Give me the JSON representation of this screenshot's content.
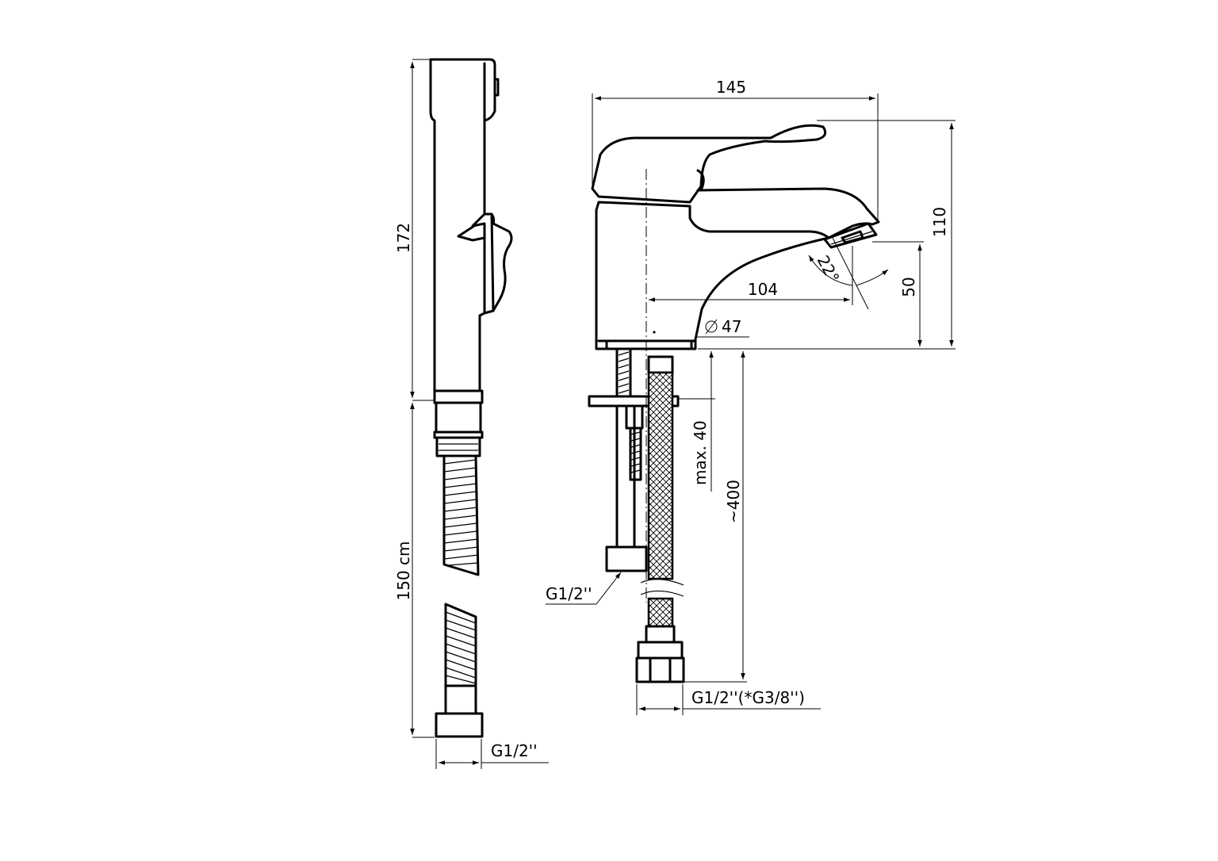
{
  "labels": {
    "hand_shower_length": "172",
    "hose_length": "150 cm",
    "hand_shower_connection": "G1/2''",
    "faucet_reach": "145",
    "faucet_height": "110",
    "spout_reach": "104",
    "spout_height": "50",
    "aerator_angle": "22°",
    "base_diameter": "47",
    "mounting_thickness": "max. 40",
    "flex_hose_length": "~400",
    "outlet_connection": "G1/2''",
    "supply_connection": "G1/2''(*G3/8'')"
  },
  "colors": {
    "line": "#000000",
    "background": "#ffffff"
  },
  "icons": {
    "diameter_symbol": "diameter-icon"
  }
}
